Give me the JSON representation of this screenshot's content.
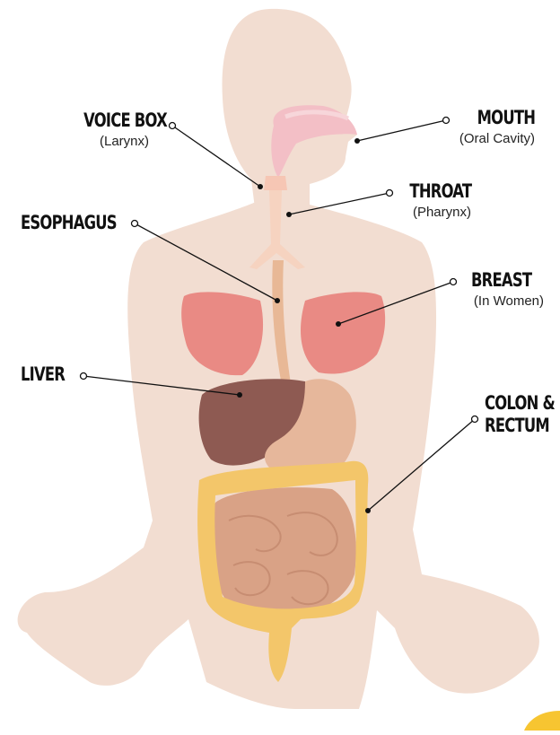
{
  "labels": {
    "voice_box": {
      "name": "VOICE BOX",
      "sub": "(Larynx)"
    },
    "mouth": {
      "name": "MOUTH",
      "sub": "(Oral Cavity)"
    },
    "throat": {
      "name": "THROAT",
      "sub": "(Pharynx)"
    },
    "esophagus": {
      "name": "ESOPHAGUS"
    },
    "breast": {
      "name": "BREAST",
      "sub": "(In Women)"
    },
    "liver": {
      "name": "LIVER"
    },
    "colon": {
      "name_line1": "COLON &",
      "name_line2": "RECTUM"
    }
  },
  "colors": {
    "skin": "#f2ddd1",
    "breast": "#e98a84",
    "liver": "#8e5a52",
    "stomach": "#e6b79b",
    "colon": "#f3c66a",
    "intestine": "#d9a286",
    "mouth": "#f3bfc6",
    "esophagus": "#e8b896",
    "accent": "#f7c531",
    "leader": "#111111"
  }
}
